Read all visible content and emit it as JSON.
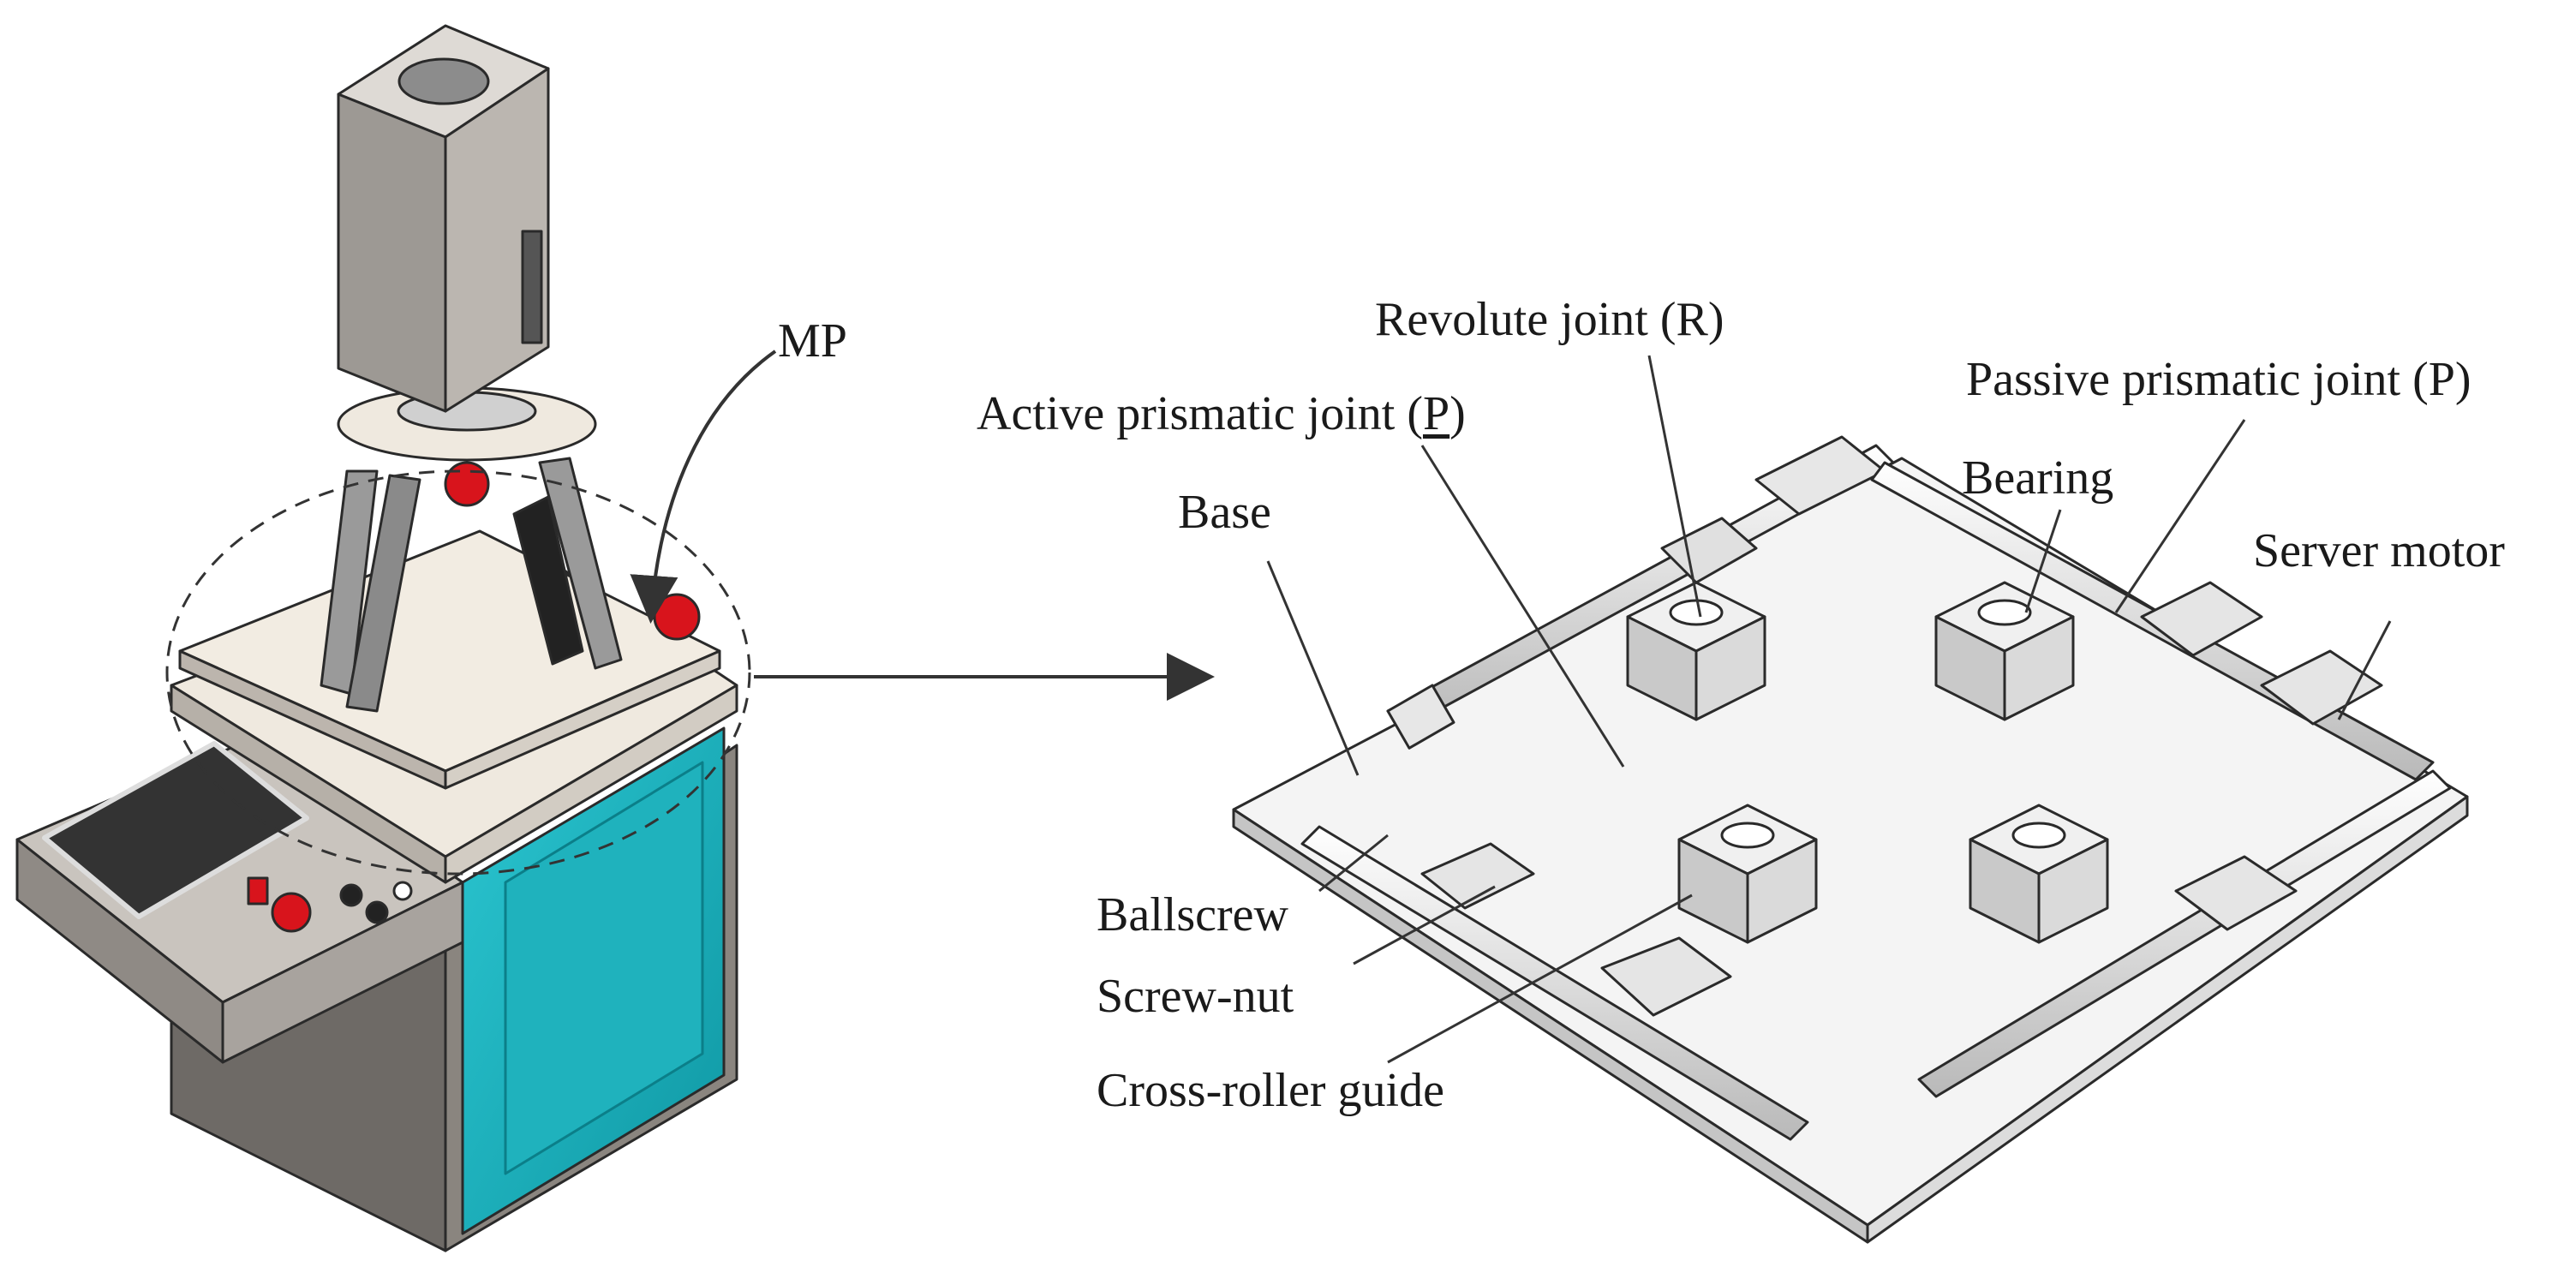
{
  "labels": {
    "mp": "MP",
    "revolute": "Revolute joint (R)",
    "active_prefix": "Active prismatic joint (",
    "active_letter": "P",
    "active_suffix": ")",
    "passive": "Passive prismatic joint (P)",
    "bearing": "Bearing",
    "base": "Base",
    "server_motor": "Server motor",
    "ballscrew": "Ballscrew",
    "screw_nut": "Screw-nut",
    "cross_roller": "Cross-roller guide"
  },
  "colors": {
    "metal_light": "#e9e9e9",
    "metal_mid": "#c9c9c9",
    "metal_dark": "#8d8d8d",
    "cabinet": "#b3ada6",
    "cabinet_dark": "#6e6a66",
    "glass": "#22b8c4",
    "red": "#d8141c",
    "outline": "#2a2a2a"
  }
}
